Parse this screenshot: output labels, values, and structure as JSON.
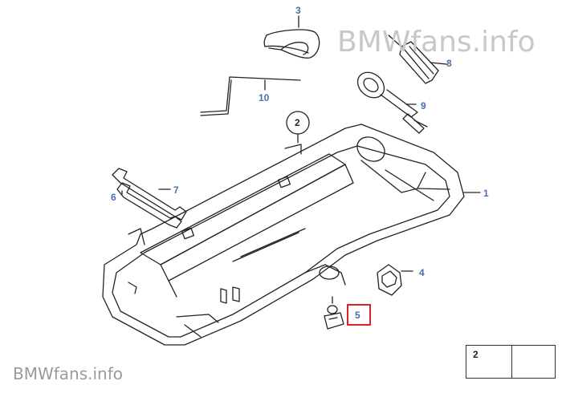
{
  "watermark": {
    "top": "BMWfans.info",
    "bottom": "BMWfans.info"
  },
  "callouts": {
    "part1": "1",
    "part2": "2",
    "part3": "3",
    "part4": "4",
    "part5": "5",
    "part6": "6",
    "part7": "7",
    "part8": "8",
    "part9": "9",
    "part10": "10"
  },
  "legend": {
    "number": "2"
  },
  "colors": {
    "callout": "#4a6fa5",
    "highlight": "#d8232a",
    "line": "#222222"
  }
}
